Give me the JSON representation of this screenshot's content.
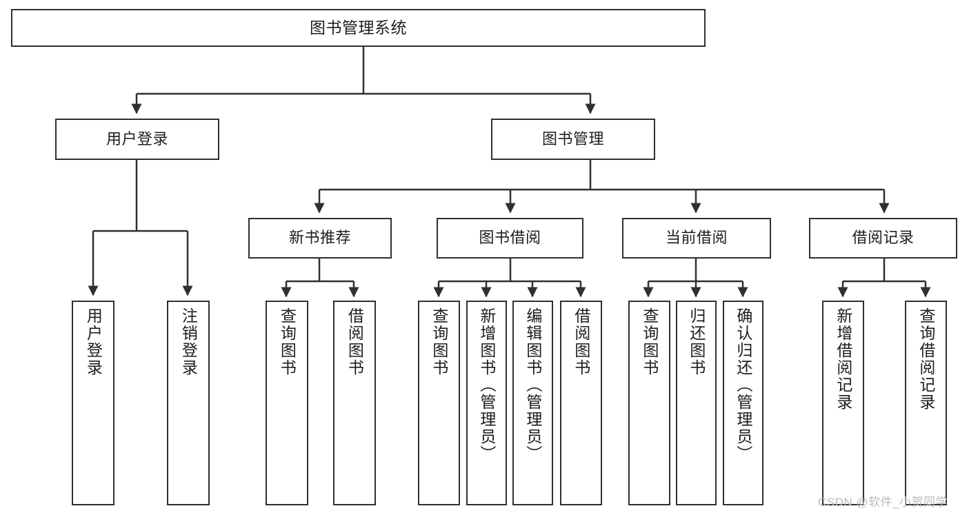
{
  "diagram": {
    "title": "图书管理系统",
    "type": "tree",
    "root": {
      "label": "图书管理系统"
    },
    "level1": [
      {
        "label": "用户登录"
      },
      {
        "label": "图书管理"
      }
    ],
    "level2": [
      {
        "label": "新书推荐"
      },
      {
        "label": "图书借阅"
      },
      {
        "label": "当前借阅"
      },
      {
        "label": "借阅记录"
      }
    ],
    "leaves": {
      "user_login": [
        {
          "label": "用户登录"
        },
        {
          "label": "注销登录"
        }
      ],
      "new_book": [
        {
          "label": "查询图书"
        },
        {
          "label": "借阅图书"
        }
      ],
      "borrow_book": [
        {
          "label": "查询图书"
        },
        {
          "label": "新增图书（管理员）"
        },
        {
          "label": "编辑图书（管理员）"
        },
        {
          "label": "借阅图书"
        }
      ],
      "current_borrow": [
        {
          "label": "查询图书"
        },
        {
          "label": "归还图书"
        },
        {
          "label": "确认归还（管理员）"
        }
      ],
      "borrow_record": [
        {
          "label": "新增借阅记录"
        },
        {
          "label": "查询借阅记录"
        }
      ]
    }
  },
  "watermark": {
    "text": "CSDN @软件_小贺同学"
  },
  "colors": {
    "stroke": "#2f2f2f",
    "text": "#1d1d1d",
    "background": "#ffffff",
    "watermark": "#b9b9b9"
  }
}
